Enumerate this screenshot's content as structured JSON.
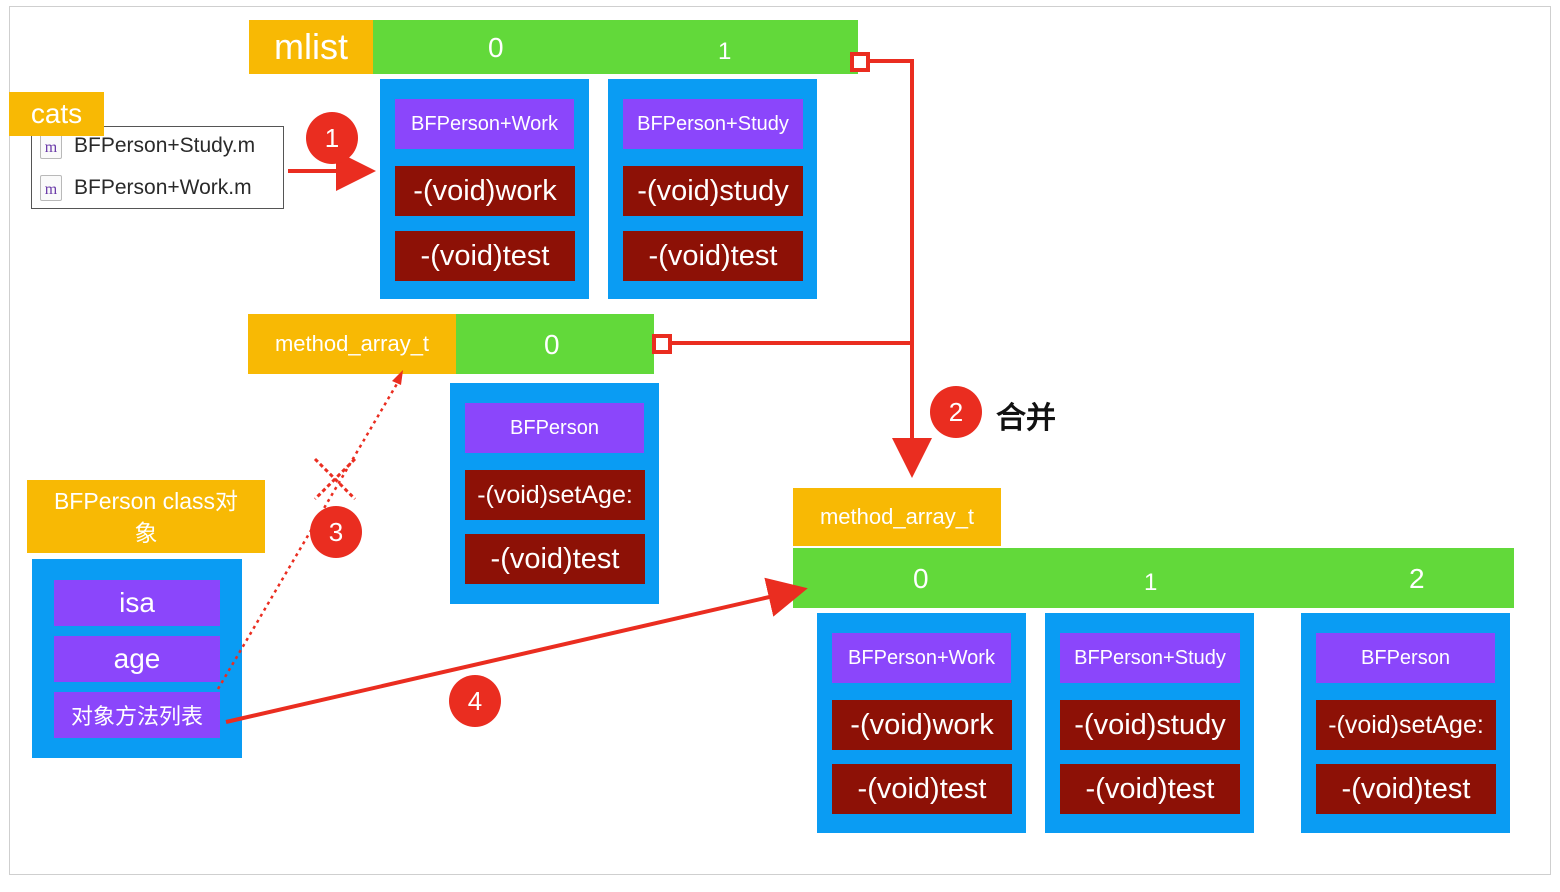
{
  "mlist": {
    "label": "mlist",
    "indices": [
      "0",
      "1"
    ]
  },
  "cats": {
    "label": "cats",
    "files": [
      "BFPerson+Study.m",
      "BFPerson+Work.m"
    ]
  },
  "category_work": {
    "title": "BFPerson+Work",
    "methods": [
      "-(void)work",
      "-(void)test"
    ]
  },
  "category_study": {
    "title": "BFPerson+Study",
    "methods": [
      "-(void)study",
      "-(void)test"
    ]
  },
  "method_array_top": {
    "label": "method_array_t",
    "index": "0"
  },
  "bfperson_methods": {
    "title": "BFPerson",
    "methods": [
      "-(void)setAge:",
      "-(void)test"
    ]
  },
  "class_object": {
    "label": "BFPerson class对象",
    "items": [
      "isa",
      "age",
      "对象方法列表"
    ]
  },
  "merged_array": {
    "label": "method_array_t",
    "indices": [
      "0",
      "1",
      "2"
    ],
    "entries": [
      {
        "title": "BFPerson+Work",
        "methods": [
          "-(void)work",
          "-(void)test"
        ]
      },
      {
        "title": "BFPerson+Study",
        "methods": [
          "-(void)study",
          "-(void)test"
        ]
      },
      {
        "title": "BFPerson",
        "methods": [
          "-(void)setAge:",
          "-(void)test"
        ]
      }
    ]
  },
  "steps": {
    "s1": "1",
    "s2": "2",
    "s2_label": "合并",
    "s3": "3",
    "s4": "4"
  },
  "colors": {
    "yellow": "#f8b904",
    "green": "#62d93a",
    "blue": "#0a9cf3",
    "purple": "#8b46fb",
    "dark_red": "#8d1106",
    "arrow_red": "#ea2d20"
  }
}
